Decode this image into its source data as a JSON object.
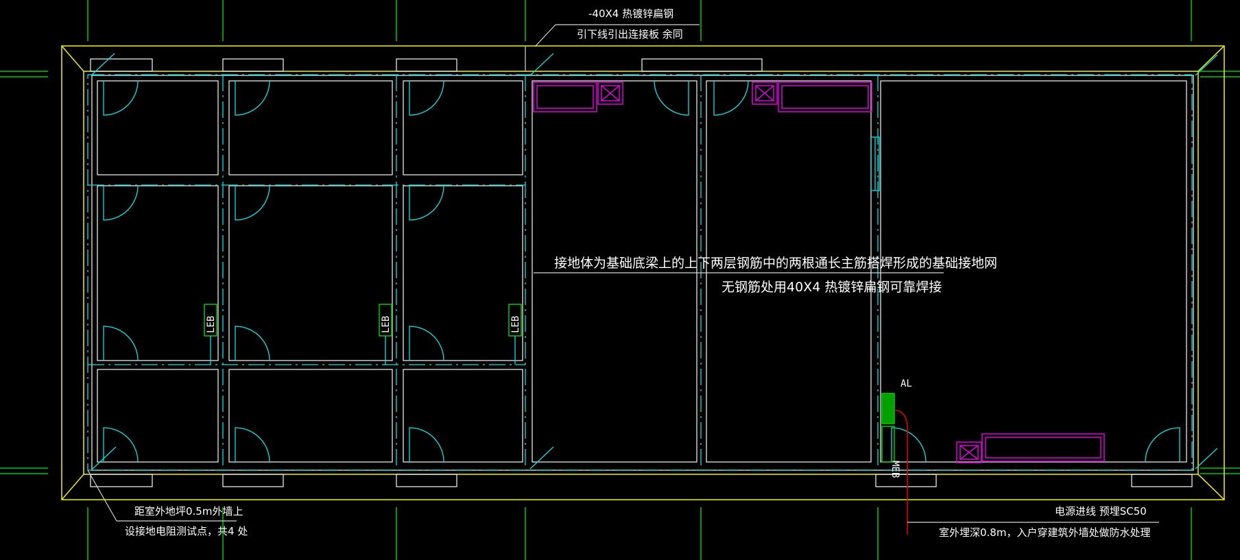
{
  "drawing": {
    "top_note": {
      "line1": "-40X4 热镀锌扁钢",
      "line2": "引下线引出连接板  余同"
    },
    "center_note": {
      "line1": "接地体为基础底梁上的上下两层钢筋中的两根通长主筋搭焊形成的基础接地网",
      "line2": "无钢筋处用40X4    热镀锌扁钢可靠焊接"
    },
    "left_note": {
      "line1": "距室外地坪0.5m外墙上",
      "line2": "设接地电阻测试点，共4 处"
    },
    "right_note": {
      "line1": "电源进线  预埋SC50",
      "line2": "室外埋深0.8m，入户穿建筑外墙处做防水处理"
    },
    "panel_label": "AL",
    "leb_tags": [
      "LEB",
      "LEB",
      "LEB"
    ],
    "meb_tag": "MEB",
    "colors": {
      "background": "#000000",
      "building_outline": "#ffff00",
      "walls": "#ffffff",
      "ground_bus": "#00ffff",
      "grid_lines": "#00ff00",
      "fixtures": "#ff00ff",
      "power_line": "#ff0000"
    }
  }
}
